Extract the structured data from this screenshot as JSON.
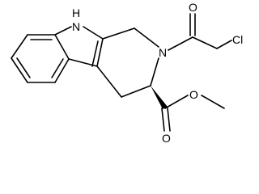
{
  "molecule": {
    "atom_labels": {
      "nh": "N",
      "nh_h": "H",
      "n_ring": "N",
      "o_carbonyl_acyl": "O",
      "cl": "Cl",
      "o_carbonyl_ester": "O",
      "o_ester": "O"
    },
    "stereo_bond": "wedge",
    "colors": {
      "bond": "#000000",
      "label": "#000000",
      "background": "#ffffff"
    }
  }
}
